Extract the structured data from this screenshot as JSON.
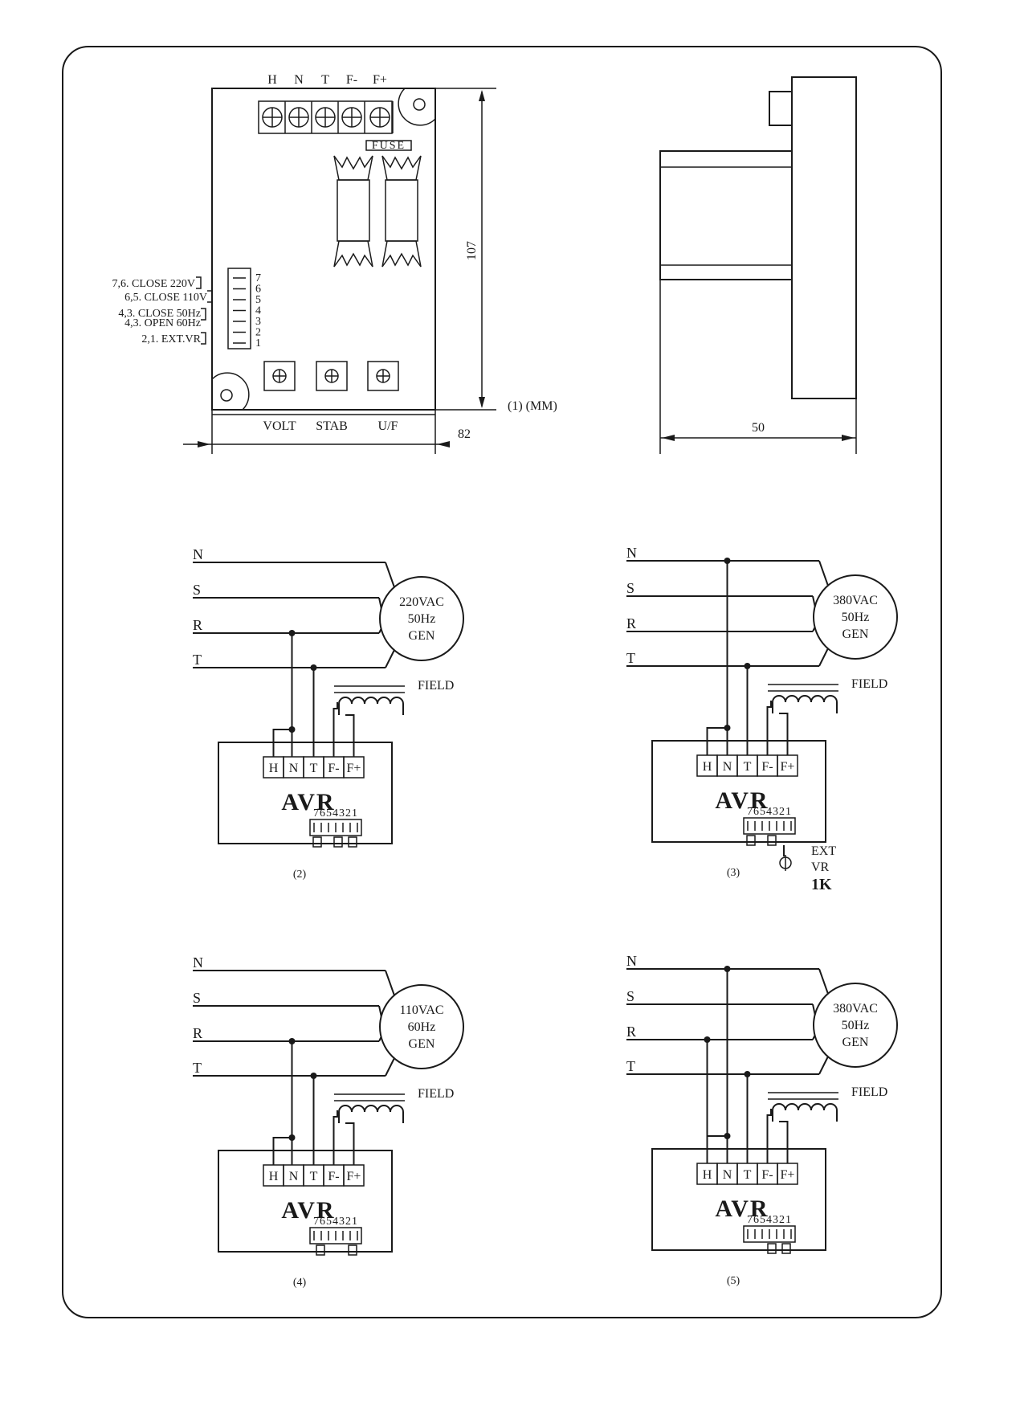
{
  "panel1": {
    "terminals": [
      "H",
      "N",
      "T",
      "F-",
      "F+"
    ],
    "fuse_label": "FUSE",
    "dim_height": "107",
    "dim_width": "82",
    "dim_depth": "50",
    "unit_label": "(1) (MM)",
    "pot_labels": [
      "VOLT",
      "STAB",
      "U/F"
    ],
    "dip_numbers": [
      "7",
      "6",
      "5",
      "4",
      "3",
      "2",
      "1"
    ],
    "jumper_notes": [
      "7,6. CLOSE 220V",
      "6,5. CLOSE 110V",
      "4,3. CLOSE 50Hz",
      "4,3. OPEN 60Hz",
      "2,1. EXT.VR"
    ]
  },
  "diagrams": [
    {
      "caption": "(2)",
      "gen_lines": [
        "220VAC",
        "50Hz",
        "GEN"
      ],
      "wires": [
        "N",
        "S",
        "R",
        "T"
      ],
      "field_label": "FIELD",
      "unit_label": "AVR",
      "terminals": [
        "H",
        "N",
        "T",
        "F-",
        "F+"
      ],
      "switch_label": "7654321"
    },
    {
      "caption": "(3)",
      "gen_lines": [
        "380VAC",
        "50Hz",
        "GEN"
      ],
      "wires": [
        "N",
        "S",
        "R",
        "T"
      ],
      "field_label": "FIELD",
      "unit_label": "AVR",
      "terminals": [
        "H",
        "N",
        "T",
        "F-",
        "F+"
      ],
      "switch_label": "7654321",
      "ext_vr": [
        "EXT",
        "VR",
        "1K"
      ]
    },
    {
      "caption": "(4)",
      "gen_lines": [
        "110VAC",
        "60Hz",
        "GEN"
      ],
      "wires": [
        "N",
        "S",
        "R",
        "T"
      ],
      "field_label": "FIELD",
      "unit_label": "AVR",
      "terminals": [
        "H",
        "N",
        "T",
        "F-",
        "F+"
      ],
      "switch_label": "7654321"
    },
    {
      "caption": "(5)",
      "gen_lines": [
        "380VAC",
        "50Hz",
        "GEN"
      ],
      "wires": [
        "N",
        "S",
        "R",
        "T"
      ],
      "field_label": "FIELD",
      "unit_label": "AVR",
      "terminals": [
        "H",
        "N",
        "T",
        "F-",
        "F+"
      ],
      "switch_label": "7654321"
    }
  ]
}
